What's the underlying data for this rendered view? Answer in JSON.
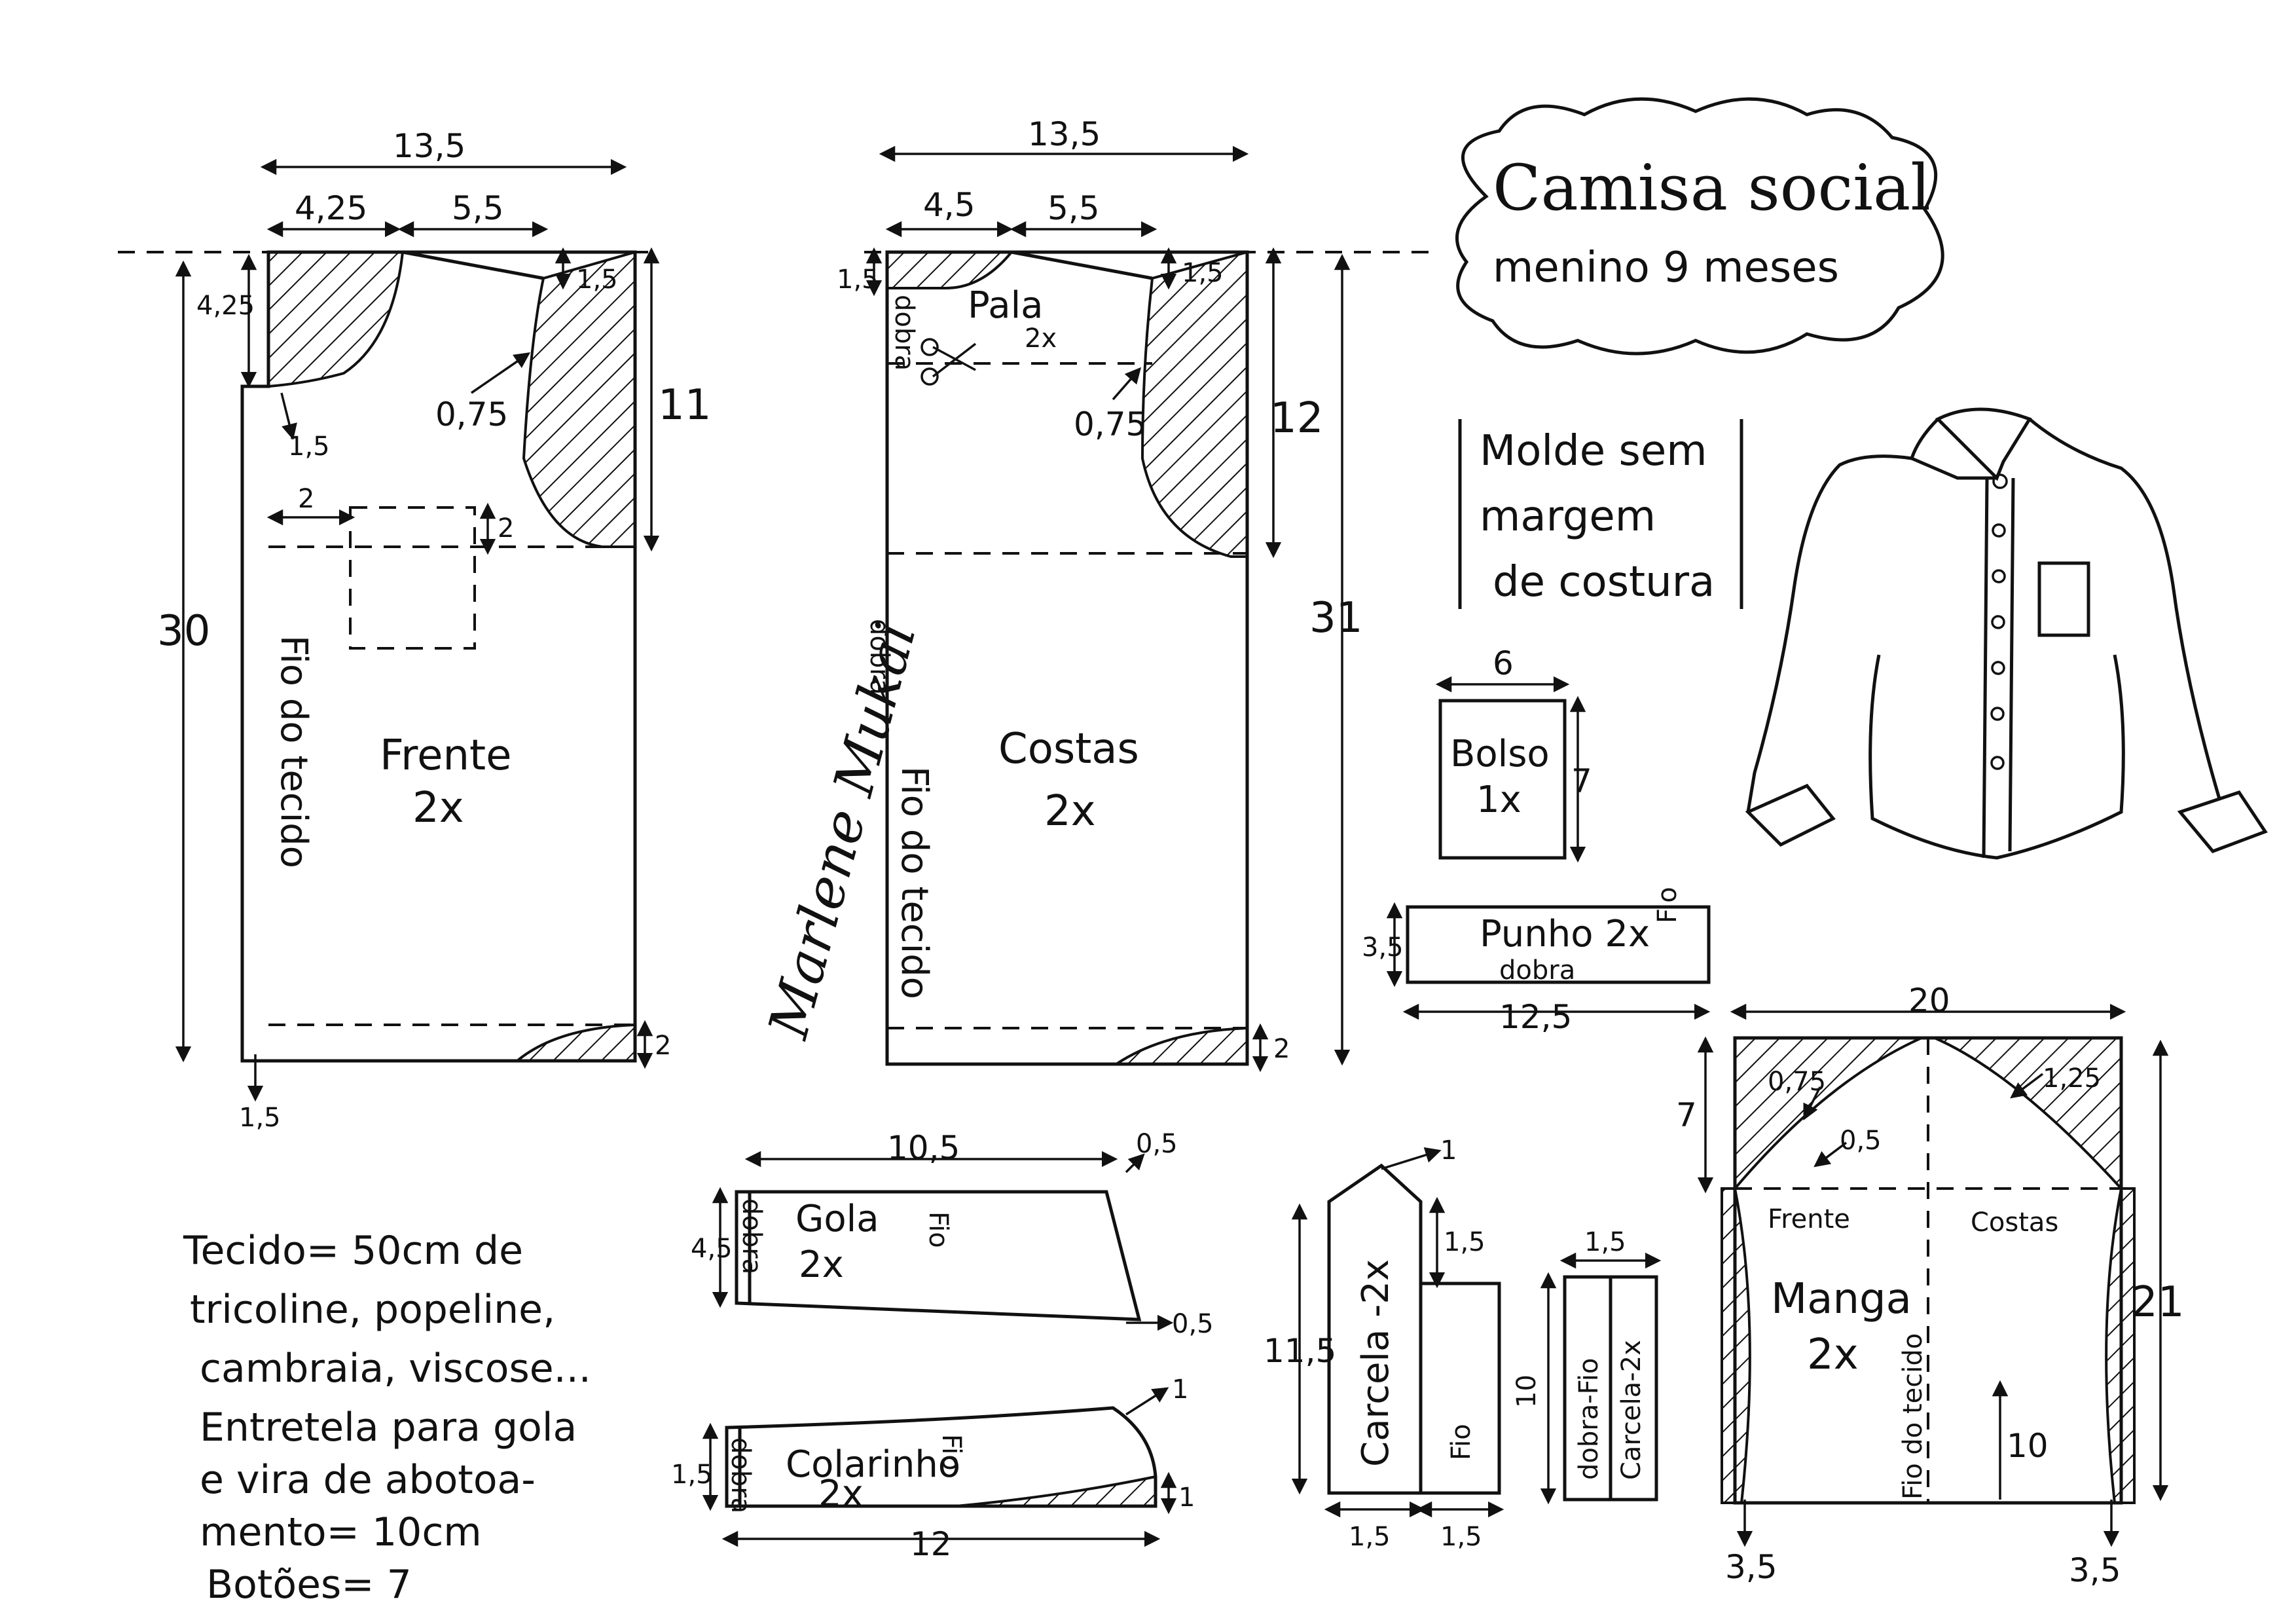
{
  "title": {
    "line1": "Camisa social",
    "line2": "menino 9 meses"
  },
  "note_box": {
    "line1": "Molde sem",
    "line2": "margem",
    "line3": "de costura"
  },
  "front": {
    "name": "Frente",
    "qty": "2x",
    "grain": "Fio do tecido",
    "width": "13,5",
    "neck_w": "4,25",
    "shoulder": "5,5",
    "neck_d": "4,25",
    "shoulder_drop": "1,5",
    "neck_ext": "1,5",
    "arm_curve": "0,75",
    "arm_h": "11",
    "pocket_x": "2",
    "pocket_y": "2",
    "length": "30",
    "hem": "2",
    "placket_ext": "1,5"
  },
  "back": {
    "name": "Costas",
    "qty": "2x",
    "grain": "Fio do tecido",
    "fold": "dobra",
    "yoke": "Pala",
    "yoke_qty": "2x",
    "yoke_fold": "dobra",
    "width": "13,5",
    "neck_w": "4,5",
    "shoulder": "5,5",
    "neck_d": "1,5",
    "shoulder_drop": "1,5",
    "arm_curve": "0,75",
    "arm_h": "12",
    "length": "31",
    "hem": "2"
  },
  "pocket": {
    "name": "Bolso",
    "qty": "1x",
    "w": "6",
    "h": "7"
  },
  "cuff": {
    "name": "Punho 2x",
    "fold": "dobra",
    "grain": "Fio",
    "h": "3,5",
    "w": "12,5"
  },
  "collar": {
    "name": "Gola",
    "qty": "2x",
    "fold": "dobra",
    "grain": "Fio",
    "w": "10,5",
    "h": "4,5",
    "tip1": "0,5",
    "tip2": "0,5"
  },
  "stand": {
    "name": "Colarinho",
    "qty": "2x",
    "fold": "dobra",
    "grain": "Fio",
    "w": "12",
    "h": "1,5",
    "rise": "1",
    "drop": "1"
  },
  "placket1": {
    "name": "Carcela -2x",
    "grain": "Fio",
    "h": "11,5",
    "tip": "1",
    "step": "1,5",
    "w1": "1,5",
    "w2": "1,5"
  },
  "placket2": {
    "name": "Carcela-2x",
    "fold": "dobra-Fio",
    "h": "10",
    "w": "1,5"
  },
  "sleeve": {
    "name": "Manga",
    "qty": "2x",
    "grain": "Fio do tecido",
    "front": "Frente",
    "back": "Costas",
    "width": "20",
    "cap_h": "7",
    "c1": "0,75",
    "c2": "1,25",
    "c3": "0,5",
    "length": "21",
    "slit": "10",
    "taper_l": "3,5",
    "taper_r": "3,5"
  },
  "materials": {
    "l1": "Tecido= 50cm de",
    "l2": "tricoline, popeline,",
    "l3": "cambraia, viscose...",
    "l4": "Entretela para gola",
    "l5": "e vira de abotoa-",
    "l6": "mento= 10cm",
    "l7": "Botões= 7"
  },
  "signature": "Marlene Mukai"
}
